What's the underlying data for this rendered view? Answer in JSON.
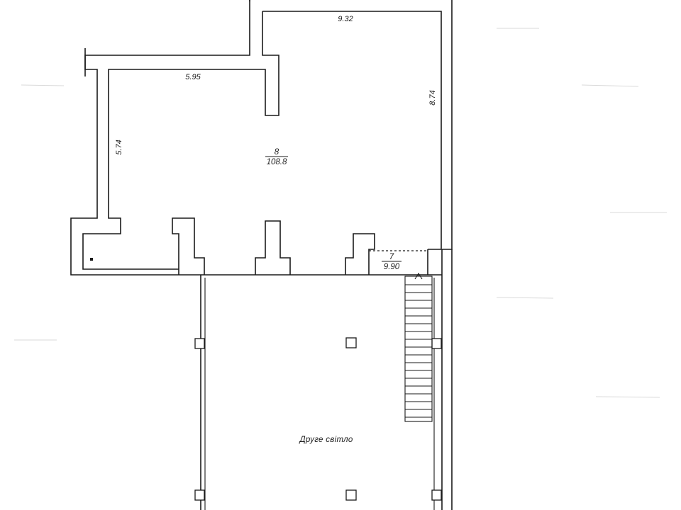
{
  "plan": {
    "dimensions": {
      "top_right_width": "9.32",
      "top_left_width": "5.95",
      "right_height": "8.74",
      "left_height": "5.74"
    },
    "rooms": [
      {
        "number": "8",
        "area": "108.8"
      },
      {
        "number": "7",
        "area": "9.90"
      }
    ],
    "void_label": "Друге світло"
  }
}
